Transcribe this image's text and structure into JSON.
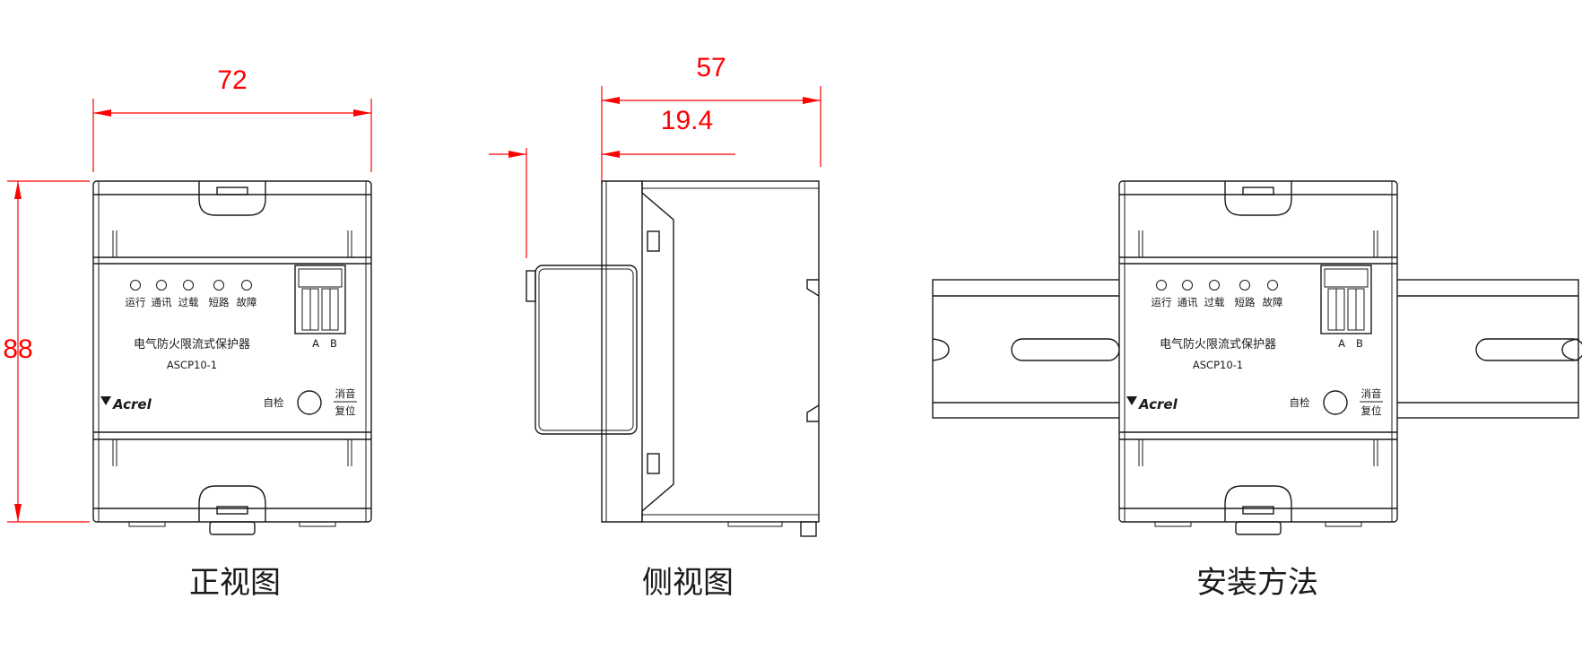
{
  "dimensions": {
    "width": "72",
    "height": "88",
    "depth": "57",
    "offset": "19.4"
  },
  "captions": {
    "front": "正视图",
    "side": "侧视图",
    "install": "安装方法"
  },
  "panel": {
    "leds": [
      "运行",
      "通讯",
      "过载",
      "短路",
      "故障"
    ],
    "product_name": "电气防火限流式保护器",
    "model": "ASCP10-1",
    "terminal_a": "A",
    "terminal_b": "B",
    "brand": "Acrel",
    "self_test": "自检",
    "silence": "消音",
    "reset": "复位"
  },
  "colors": {
    "dimension": "#ff0000",
    "line": "#1a1a1a"
  }
}
